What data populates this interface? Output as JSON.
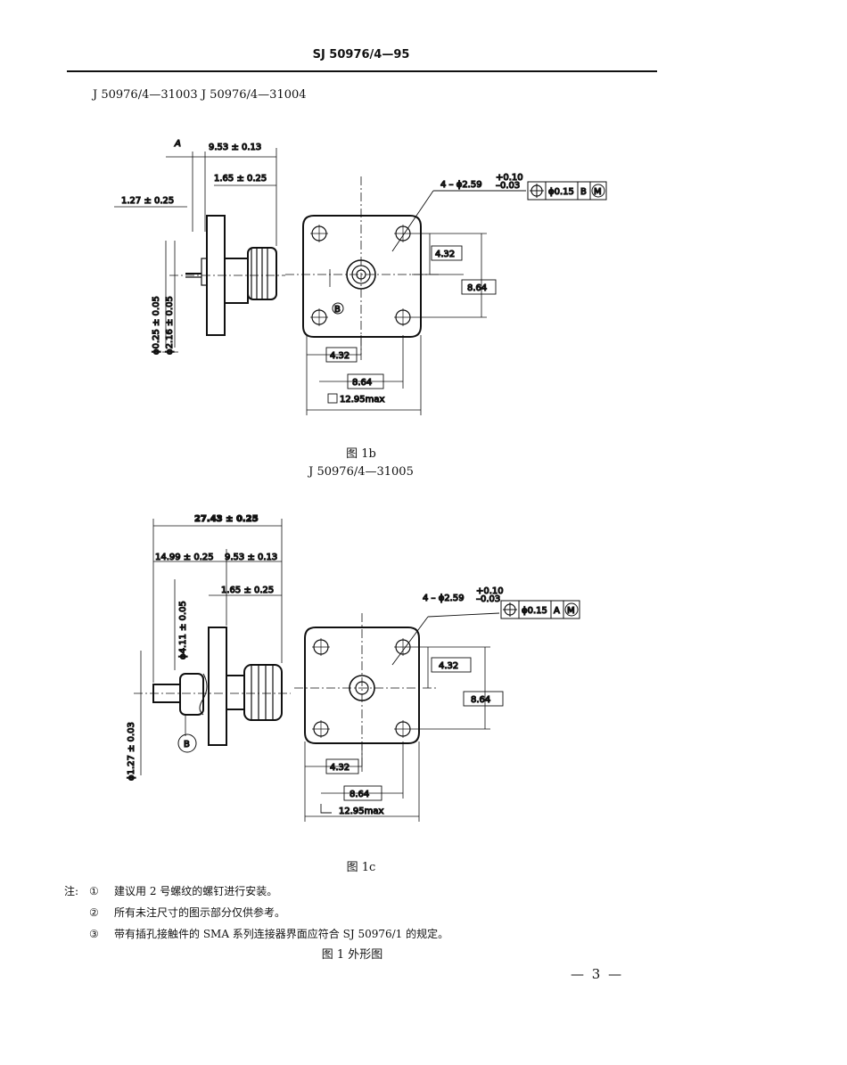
{
  "header": {
    "code": "SJ 50976/4—95"
  },
  "fig1b": {
    "subtitle": "J 50976/4—31003   J 50976/4—31004",
    "caption": "图 1b",
    "dims": {
      "datum_a": "A",
      "d_953": "9.53 ± 0.13",
      "d_165": "1.65 ± 0.25",
      "d_127": "1.27 ± 0.25",
      "d_025": "ϕ0.25 ± 0.05",
      "d_216": "ϕ2.16 ± 0.05",
      "hole": "4 – ϕ2.59",
      "tol_plus": "+0.10",
      "tol_minus": "–0.03",
      "fcf_tol": "ϕ0.15",
      "fcf_datum": "B",
      "fcf_mod": "M",
      "datum_b": "B",
      "v_432": "4.32",
      "v_864": "8.64",
      "h_432": "4.32",
      "h_864": "8.64",
      "square": "12.95max"
    }
  },
  "fig1c": {
    "subtitle": "J 50976/4—31005",
    "caption": "图 1c",
    "dims": {
      "d_2743": "27.43 ± 0.25",
      "d_1499": "14.99 ± 0.25",
      "d_953": "9.53 ± 0.13",
      "d_165": "1.65 ± 0.25",
      "d_411": "ϕ4.11 ± 0.05",
      "d_127": "ϕ1.27 ± 0.03",
      "hole": "4 – ϕ2.59",
      "tol_plus": "+0.10",
      "tol_minus": "–0.03",
      "fcf_tol": "ϕ0.15",
      "fcf_datum": "A",
      "fcf_mod": "M",
      "datum_b": "B",
      "v_432": "4.32",
      "v_864": "8.64",
      "h_432": "4.32",
      "h_864": "8.64",
      "square": "12.95max"
    }
  },
  "notes": {
    "lead": "注:",
    "items": [
      {
        "num": "①",
        "text": "建议用 2 号螺纹的螺钉进行安装。"
      },
      {
        "num": "②",
        "text": "所有未注尺寸的图示部分仅供参考。"
      },
      {
        "num": "③",
        "text": "带有插孔接触件的 SMA 系列连接器界面应符合 SJ 50976/1 的规定。"
      }
    ]
  },
  "figure_title": "图 1   外形图",
  "page_number": "— 3 —"
}
